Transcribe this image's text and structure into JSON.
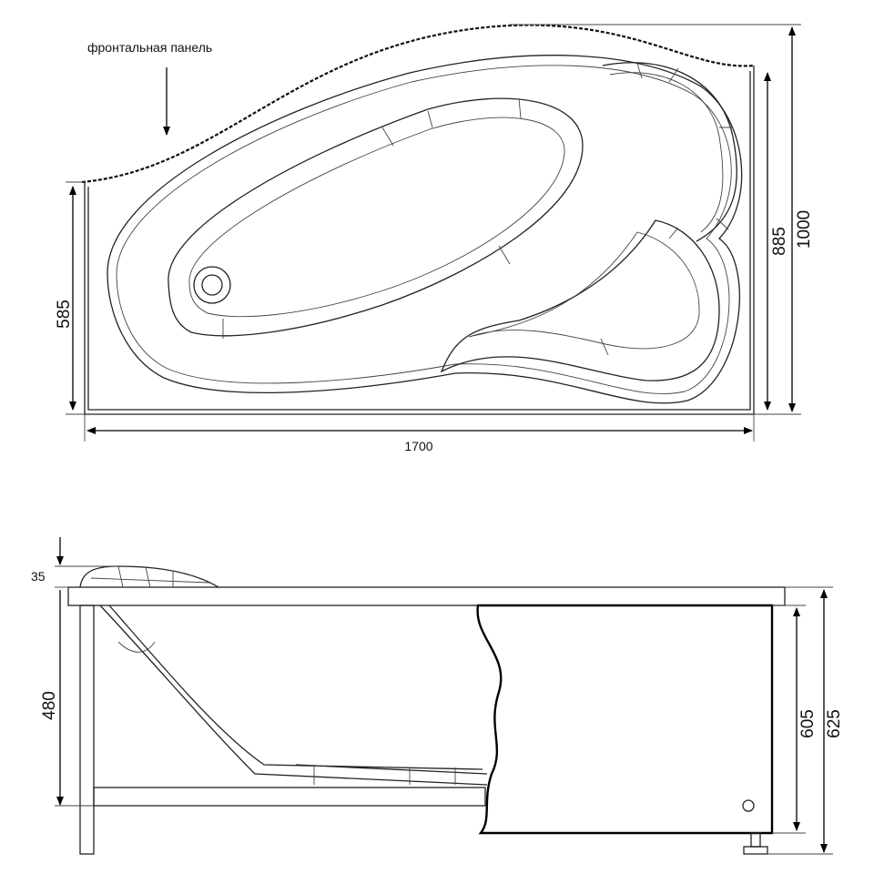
{
  "labels": {
    "front_panel": "фронтальная панель"
  },
  "dimensions": {
    "top_left_height": "585",
    "top_inner_depth": "885",
    "top_total_depth": "1000",
    "top_length": "1700",
    "side_rim": "35",
    "side_inner_height": "480",
    "side_panel_height": "605",
    "side_total_height": "625"
  }
}
